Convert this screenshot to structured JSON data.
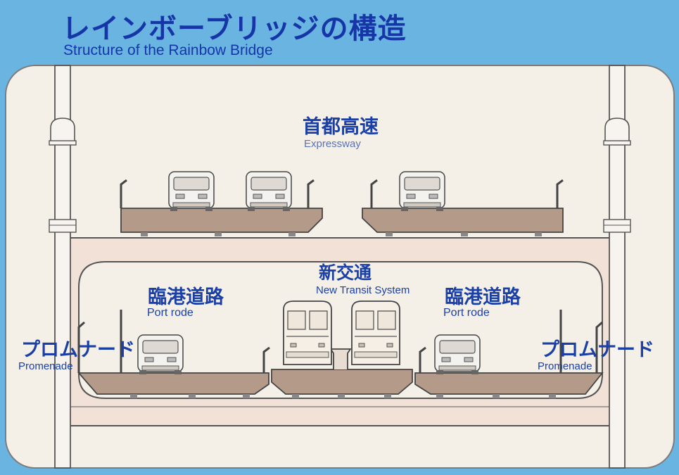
{
  "title": {
    "jp": "レインボーブリッジの構造",
    "en": "Structure of the Rainbow Bridge"
  },
  "labels": {
    "expressway": {
      "jp": "首都高速",
      "en": "Expressway"
    },
    "new_transit": {
      "jp": "新交通",
      "en": "New Transit System"
    },
    "port_road_left": {
      "jp": "臨港道路",
      "en": "Port rode"
    },
    "port_road_right": {
      "jp": "臨港道路",
      "en": "Port rode"
    },
    "promenade_left": {
      "jp": "プロムナード",
      "en": "Promenade"
    },
    "promenade_right": {
      "jp": "プロムナード",
      "en": "Promenade"
    }
  },
  "colors": {
    "background": "#6ab4e2",
    "panel": "#f4f0e8",
    "text": "#1a3fa6",
    "deck": "#b49a88",
    "girder": "#f1e1d6",
    "outline": "#3a3a3a"
  },
  "icons": [
    "car-icon",
    "train-icon"
  ]
}
